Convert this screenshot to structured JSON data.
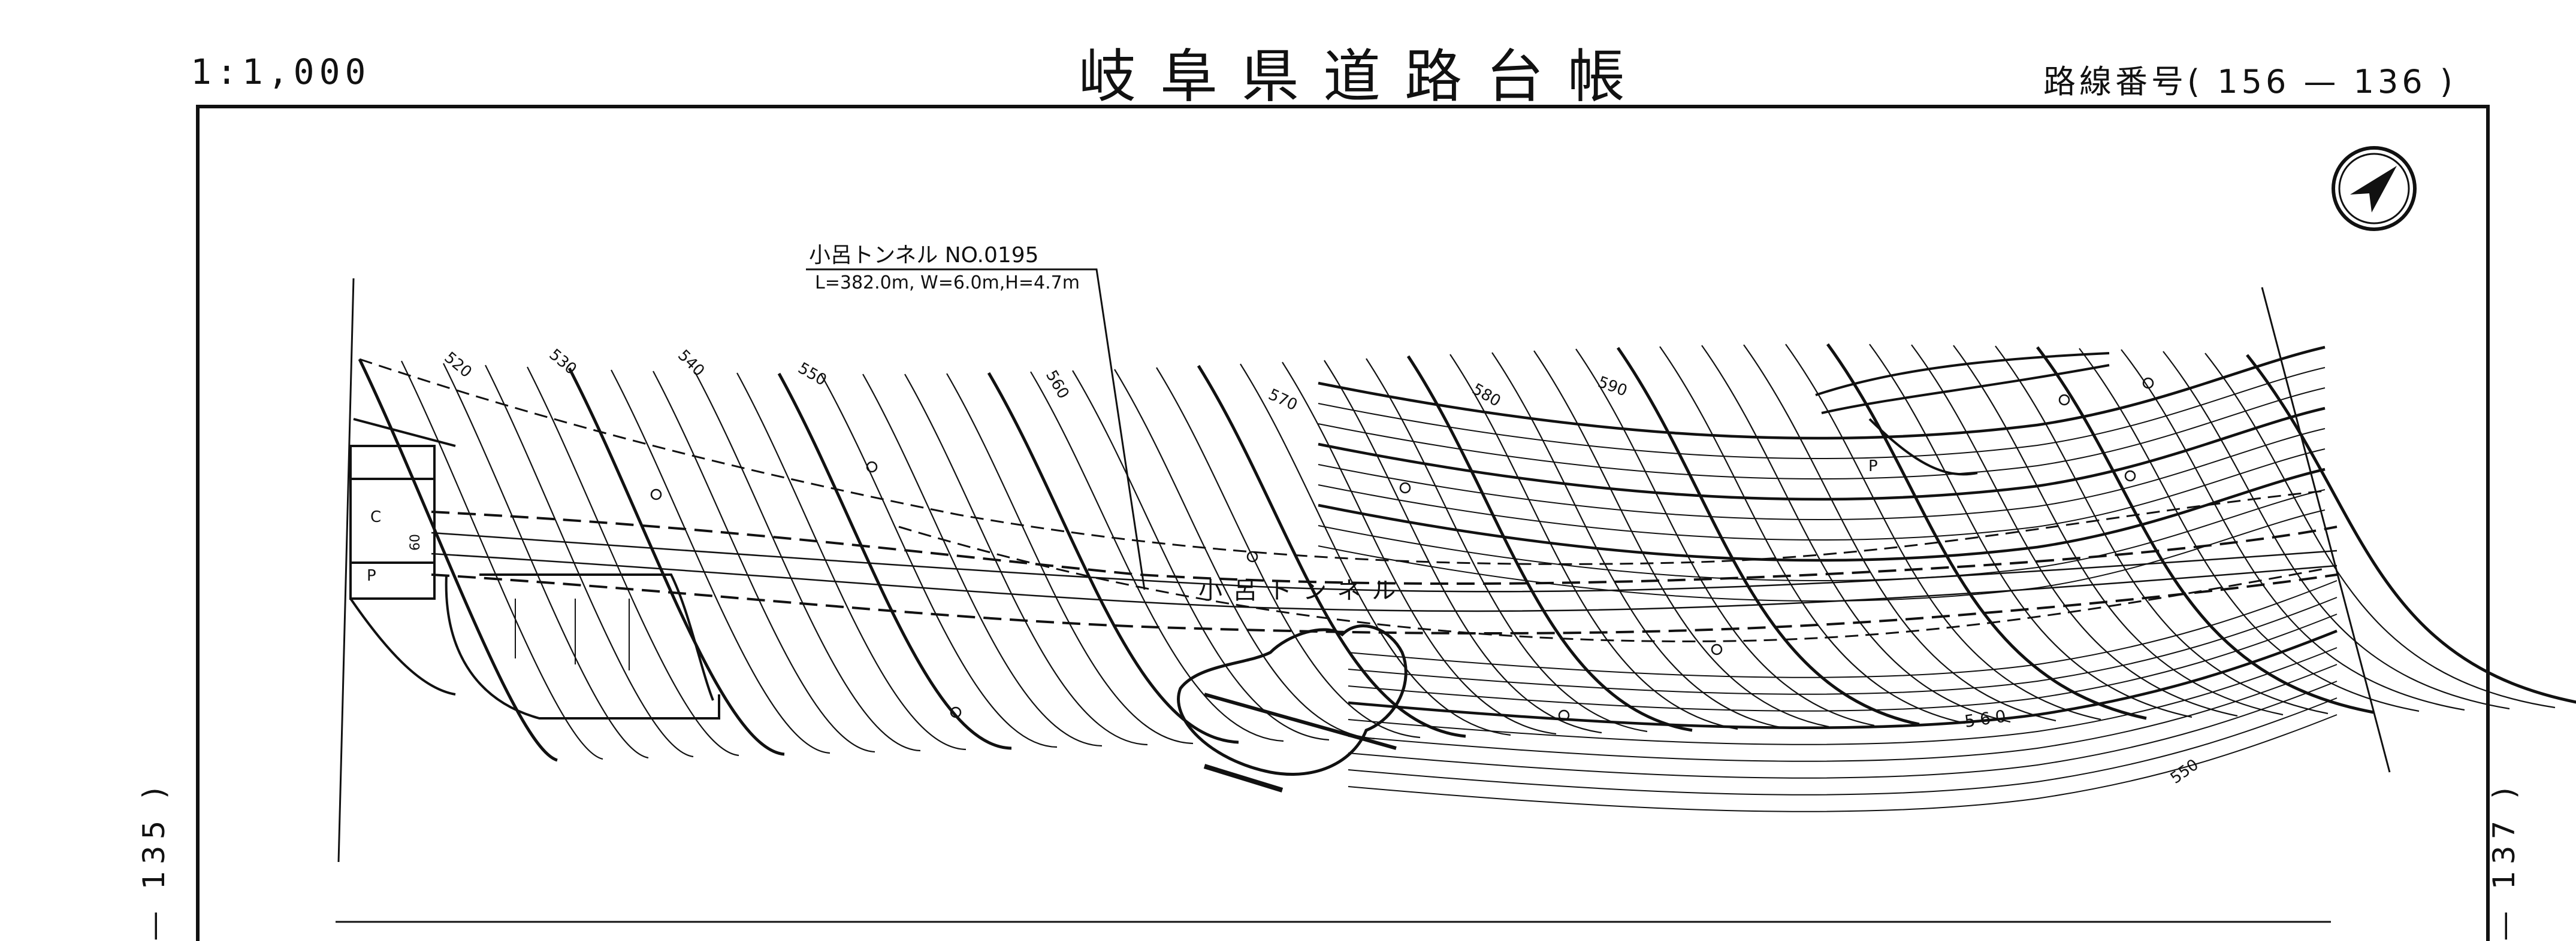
{
  "header": {
    "scale": "1:1,000",
    "title": "岐阜県道路台帳",
    "route_number": "路線番号( 156 — 136 )"
  },
  "side_labels": {
    "left": "— 135 )",
    "right": "— 137 )"
  },
  "tunnel_callout": {
    "name": "小呂トンネル NO.0195",
    "dimensions": "L=382.0m, W=6.0m,H=4.7m"
  },
  "road_label": "小呂トンネル",
  "contour_labels": [
    "520",
    "530",
    "540",
    "550",
    "560",
    "570",
    "580",
    "590",
    "560",
    "550"
  ],
  "map_symbols": [
    "C",
    "P",
    "60",
    "P"
  ],
  "icons": {
    "north_arrow": "north-arrow-icon"
  },
  "colors": {
    "ink": "#111111",
    "paper": "#ffffff"
  }
}
